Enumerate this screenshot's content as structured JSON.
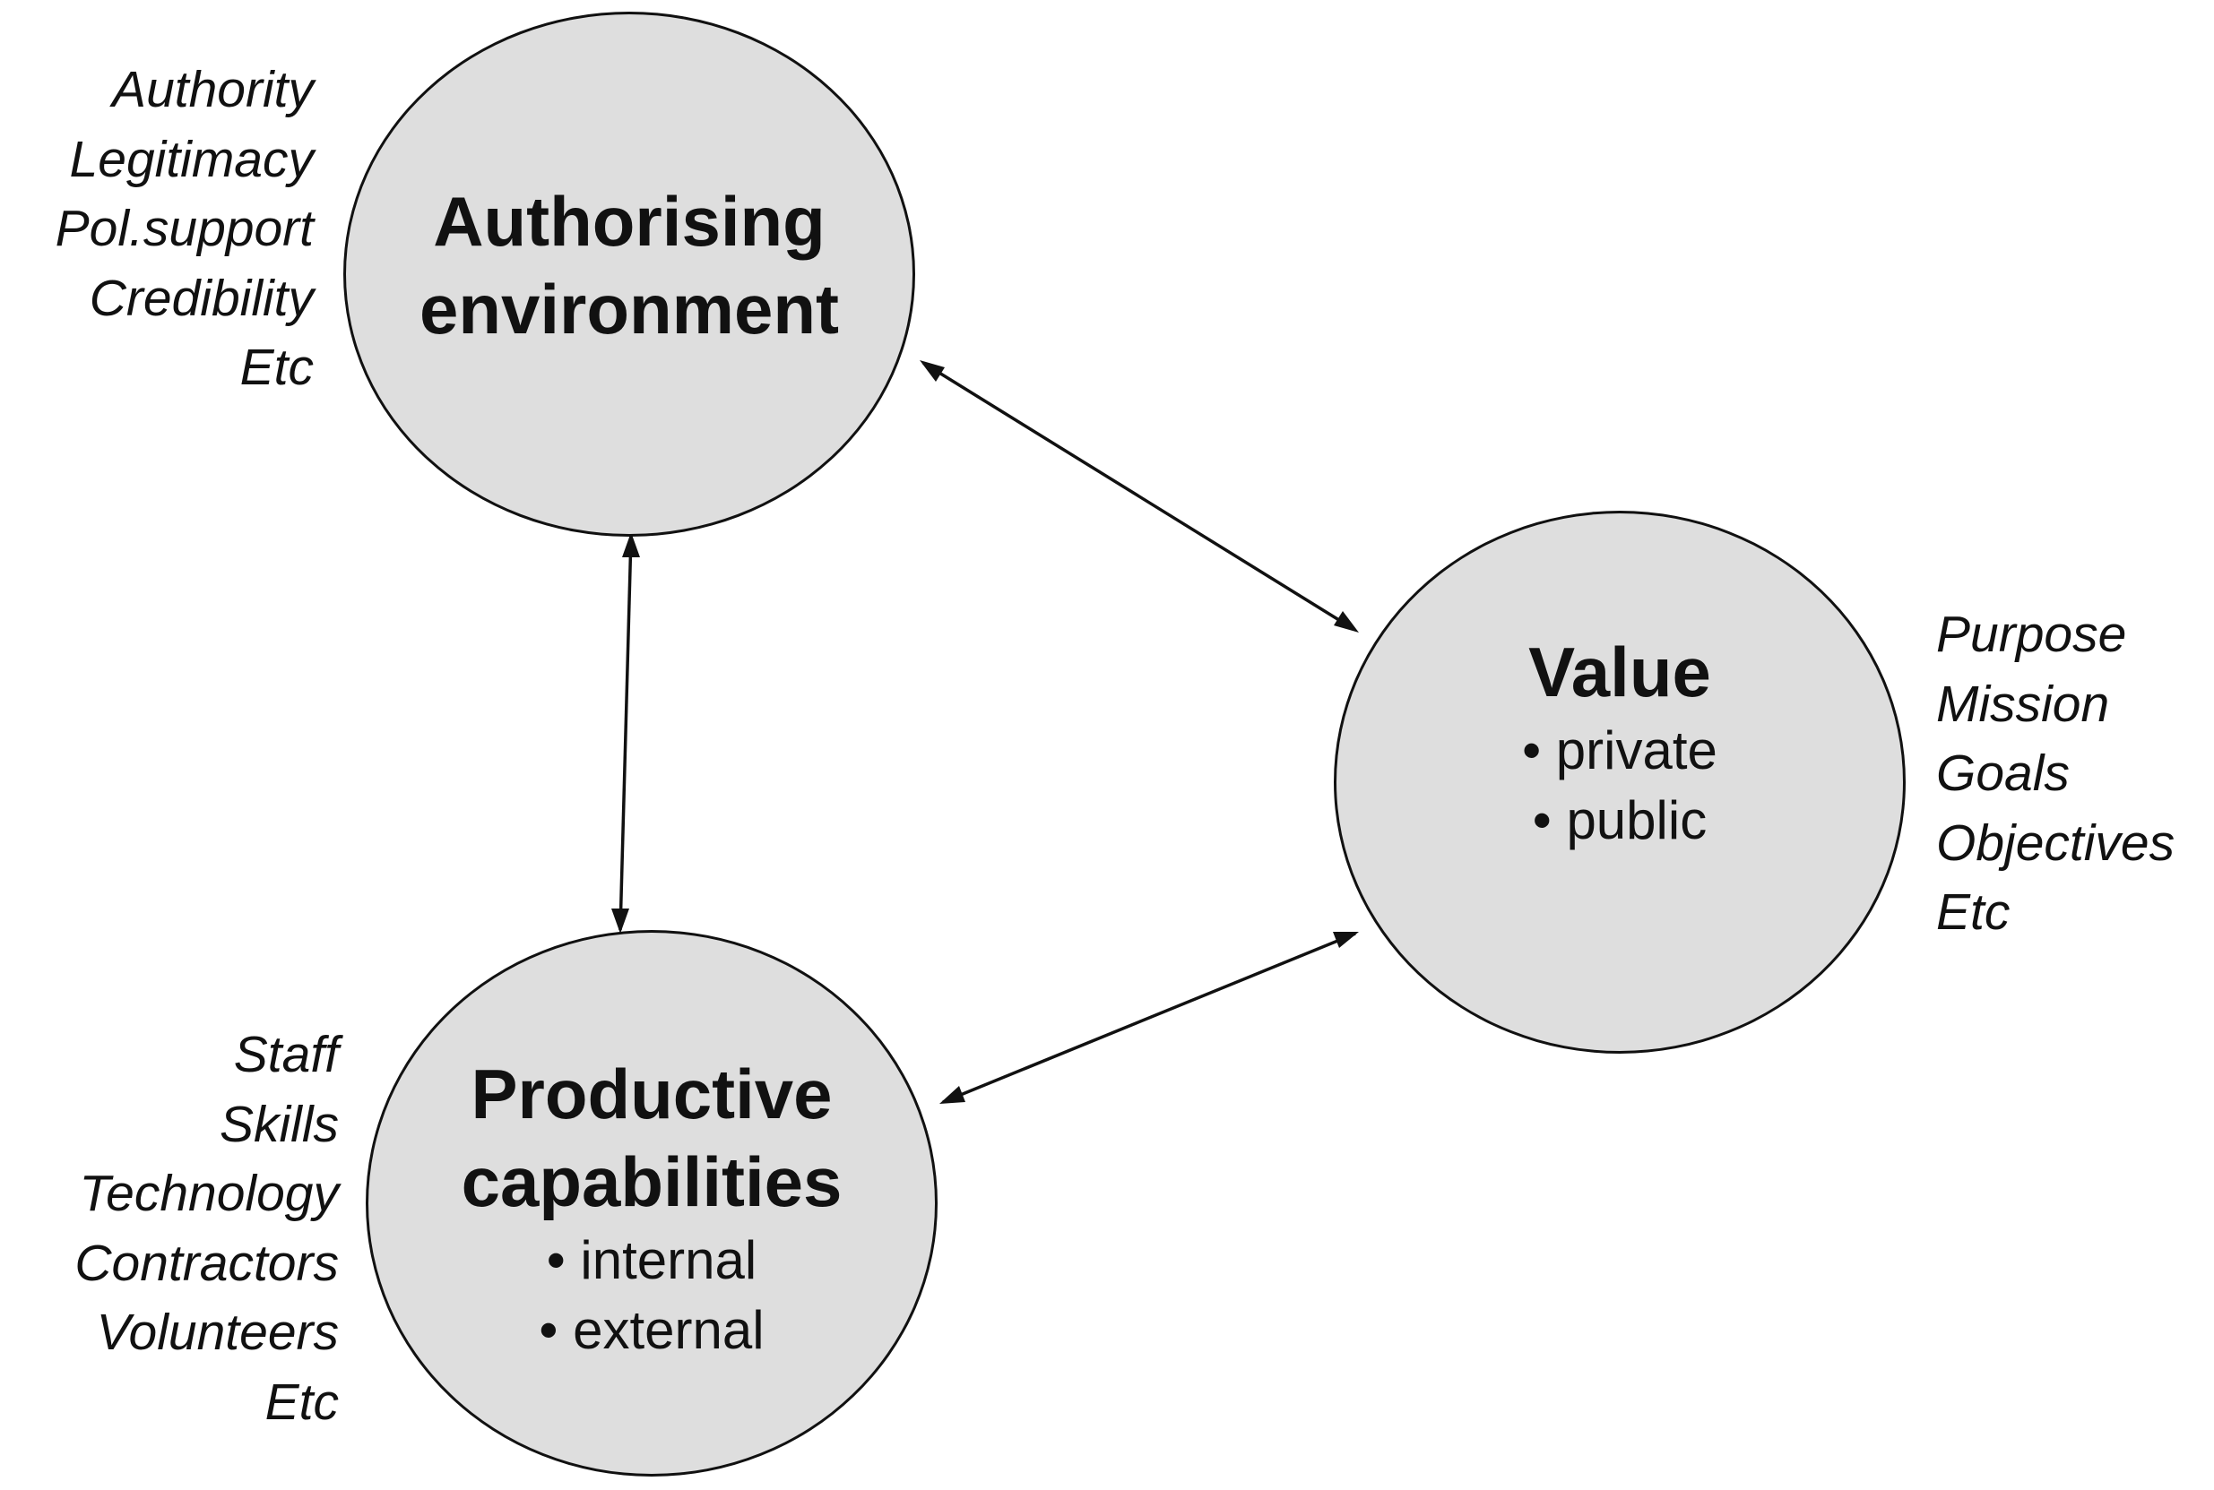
{
  "colors": {
    "circle_fill": "#dedede",
    "stroke": "#111111",
    "background": "#ffffff"
  },
  "nodes": {
    "authorising": {
      "title_line1": "Authorising",
      "title_line2": "environment",
      "items": [
        "Authority",
        "Legitimacy",
        "Pol.support",
        "Credibility",
        "Etc"
      ]
    },
    "value": {
      "title": "Value",
      "bullets": [
        "• private",
        "• public"
      ],
      "items": [
        "Purpose",
        "Mission",
        "Goals",
        "Objectives",
        "Etc"
      ]
    },
    "productive": {
      "title_line1": "Productive",
      "title_line2": "capabilities",
      "bullets": [
        "• internal",
        "• external"
      ],
      "items": [
        "Staff",
        "Skills",
        "Technology",
        "Contractors",
        "Volunteers",
        "Etc"
      ]
    }
  },
  "edges": [
    {
      "from": "authorising",
      "to": "value",
      "arrowheads": "both"
    },
    {
      "from": "authorising",
      "to": "productive",
      "arrowheads": "both"
    },
    {
      "from": "productive",
      "to": "value",
      "arrowheads": "both"
    }
  ]
}
